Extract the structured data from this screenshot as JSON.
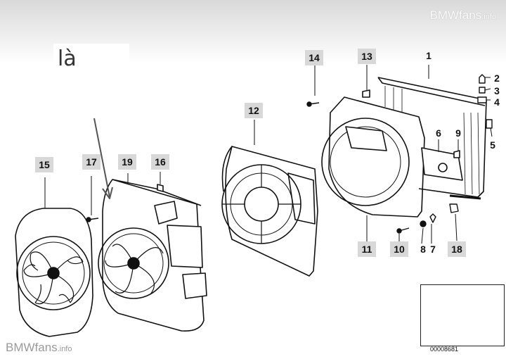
{
  "branding": {
    "top_name": "BMWfans",
    "top_suffix": ".info",
    "bottom_name": "BMWfans",
    "bottom_suffix": ".info"
  },
  "overlay_text": "là",
  "callouts": [
    "1",
    "2",
    "3",
    "4",
    "5",
    "6",
    "9",
    "13",
    "14",
    "12",
    "11",
    "10",
    "8",
    "7",
    "18",
    "15",
    "17",
    "19",
    "16"
  ],
  "inset": {
    "id": "00008681"
  }
}
